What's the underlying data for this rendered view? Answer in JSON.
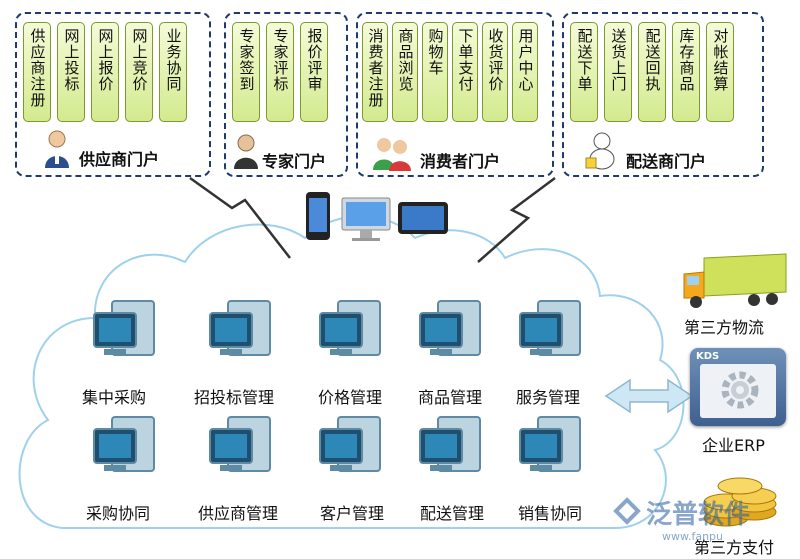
{
  "portals": [
    {
      "title": "供应商门户",
      "cards": [
        "供应商注册",
        "网上投标",
        "网上报价",
        "网上竞价",
        "业务协同"
      ]
    },
    {
      "title": "专家门户",
      "cards": [
        "专家签到",
        "专家评标",
        "报价评审"
      ]
    },
    {
      "title": "消费者门户",
      "cards": [
        "消费者注册",
        "商品浏览",
        "购物车",
        "下单支付",
        "收货评价",
        "用户中心"
      ]
    },
    {
      "title": "配送商门户",
      "cards": [
        "配送下单",
        "送货上门",
        "配送回执",
        "库存商品",
        "对帐结算"
      ]
    }
  ],
  "modules_row1": [
    "集中采购",
    "招投标管理",
    "价格管理",
    "商品管理",
    "服务管理"
  ],
  "modules_row2": [
    "采购协同",
    "供应商管理",
    "客户管理",
    "配送管理",
    "销售协同"
  ],
  "side": {
    "logistics": "第三方物流",
    "erp": "企业ERP",
    "erp_badge": "KDS",
    "payment": "第三方支付"
  },
  "watermark": {
    "brand": "泛普软件",
    "url": "www.fanpusoft.com"
  },
  "colors": {
    "border": "#1f3b6e",
    "card_fill": "#d3ea8e",
    "cloud_stroke": "#9fd1ec",
    "arrow": "#cde7f5"
  }
}
